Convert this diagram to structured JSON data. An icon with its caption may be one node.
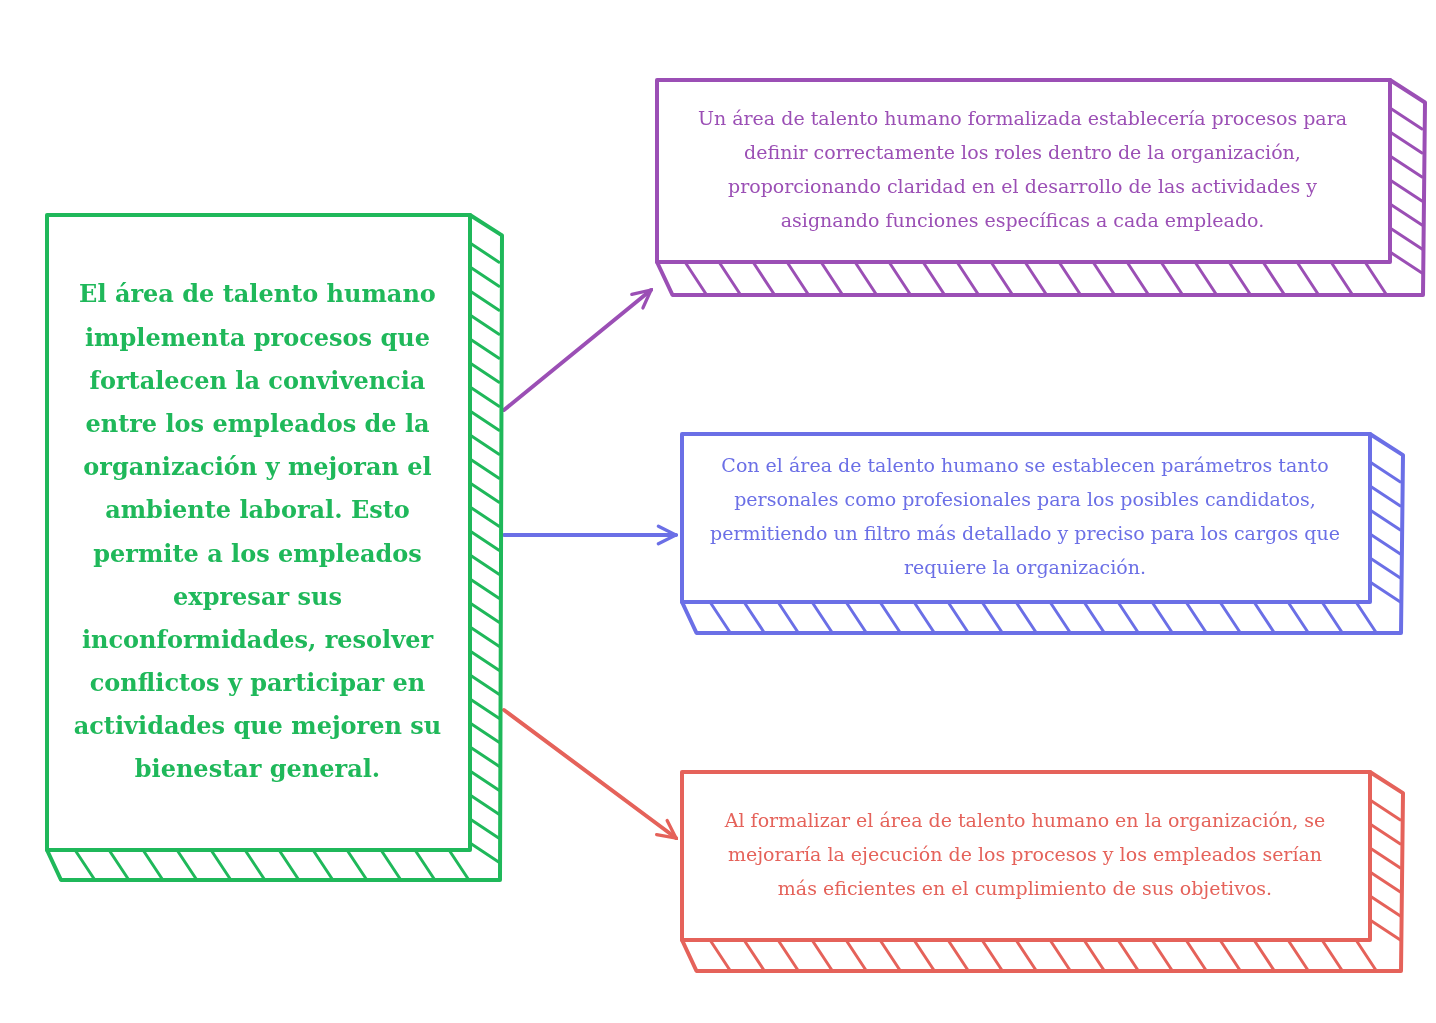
{
  "diagram": {
    "nodes": [
      {
        "text": [
          "El área de talento humano implementa procesos que fortalecen la convivencia entre los empleados de la organización y mejoran el ambiente laboral. Esto permite a los empleados expresar sus inconformidades, resolver conflictos y participar en actividades que mejoren su bienestar general."
        ]
      },
      {
        "text": [
          "Un área de talento humano formalizada establecería procesos para definir correctamente los roles dentro de la organización, proporcionando claridad en el desarrollo de las actividades y asignando funciones específicas a cada empleado."
        ]
      },
      {
        "text": [
          "Con el área de talento humano se establecen parámetros tanto personales como profesionales para los posibles candidatos, permitiendo un filtro más detallado y preciso para los cargos que requiere la organización."
        ]
      },
      {
        "text": [
          "Al formalizar el área de talento humano en la organización, se mejoraría la ejecución de los procesos y los empleados serían más eficientes en el cumplimiento de sus objetivos."
        ]
      }
    ],
    "edges": [
      {
        "from": 0,
        "to": 1,
        "arrow": "to",
        "color": "#9b4fb5"
      },
      {
        "from": 0,
        "to": 2,
        "arrow": "to",
        "color": "#6b6fe6"
      },
      {
        "from": 0,
        "to": 3,
        "arrow": "to",
        "color": "#e5625a"
      }
    ]
  }
}
